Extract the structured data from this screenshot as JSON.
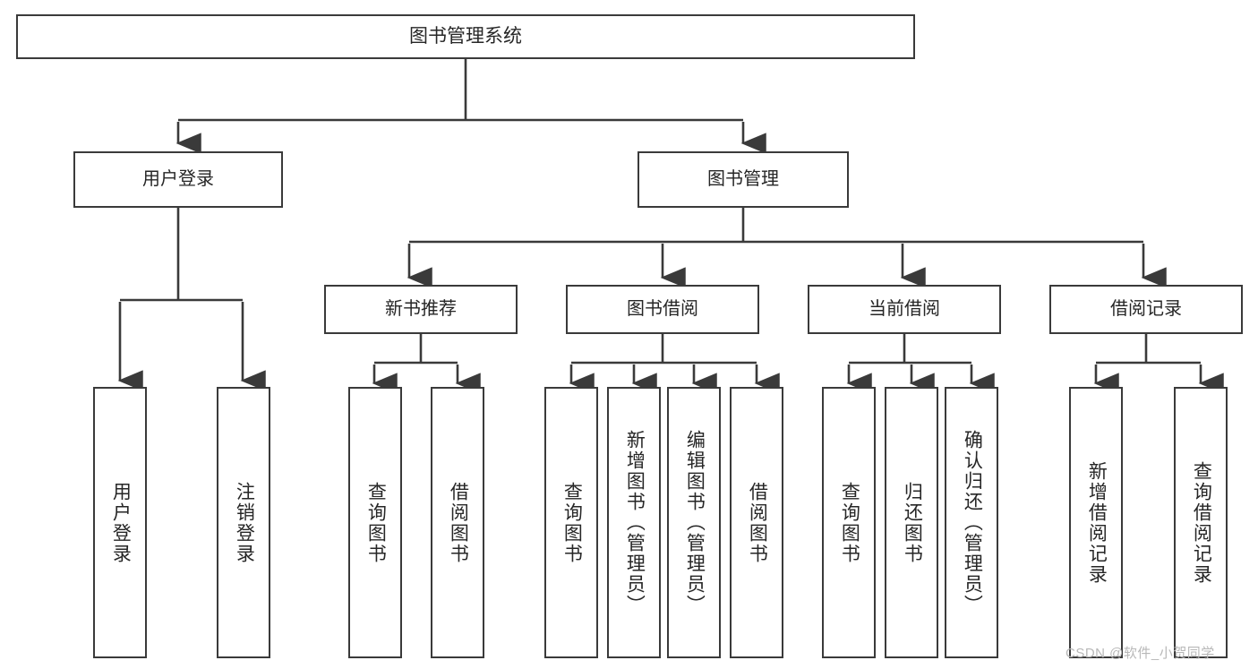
{
  "diagram": {
    "title": "图书管理系统",
    "root": {
      "label": "图书管理系统"
    },
    "level2": [
      {
        "label": "用户登录"
      },
      {
        "label": "图书管理"
      }
    ],
    "level3": [
      {
        "label": "新书推荐"
      },
      {
        "label": "图书借阅"
      },
      {
        "label": "当前借阅"
      },
      {
        "label": "借阅记录"
      }
    ],
    "leaves": [
      {
        "label": "用户登录",
        "parent": "用户登录"
      },
      {
        "label": "注销登录",
        "parent": "用户登录"
      },
      {
        "label": "查询图书",
        "parent": "新书推荐"
      },
      {
        "label": "借阅图书",
        "parent": "新书推荐"
      },
      {
        "label": "查询图书",
        "parent": "图书借阅"
      },
      {
        "label": "新增图书（管理员）",
        "parent": "图书借阅"
      },
      {
        "label": "编辑图书（管理员）",
        "parent": "图书借阅"
      },
      {
        "label": "借阅图书",
        "parent": "图书借阅"
      },
      {
        "label": "查询图书",
        "parent": "当前借阅"
      },
      {
        "label": "归还图书",
        "parent": "当前借阅"
      },
      {
        "label": "确认归还（管理员）",
        "parent": "当前借阅"
      },
      {
        "label": "新增借阅记录",
        "parent": "借阅记录"
      },
      {
        "label": "查询借阅记录",
        "parent": "借阅记录"
      }
    ],
    "watermark": "CSDN @软件_小贺同学",
    "colors": {
      "stroke": "#3a3a3a",
      "fill": "#ffffff",
      "text": "#262626",
      "watermark": "#b8b8b8"
    }
  }
}
